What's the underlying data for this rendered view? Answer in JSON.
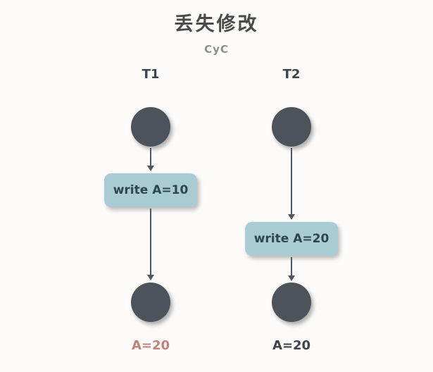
{
  "title": "丢失修改",
  "subtitle": "CyC",
  "colors": {
    "background": "#fcfbfa",
    "node_fill": "#4c535b",
    "arrow": "#4f565c",
    "action_box_fill": "#a9cbd3",
    "action_box_text": "#2e4550",
    "title_text": "#4a4a4a",
    "subtitle_text": "#8e8e8e",
    "result_highlight": "#bf8379",
    "result_normal": "#3e444b"
  },
  "lanes": [
    {
      "label": "T1",
      "action": "write A=10",
      "result": "A=20",
      "result_highlighted": true
    },
    {
      "label": "T2",
      "action": "write A=20",
      "result": "A=20",
      "result_highlighted": false
    }
  ]
}
